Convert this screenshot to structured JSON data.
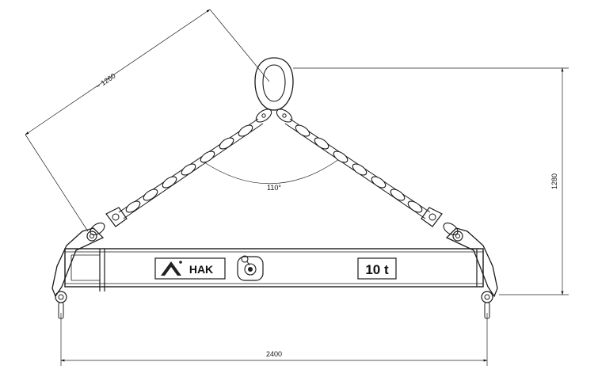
{
  "drawing": {
    "dimensions": {
      "chain_length": "~ 1260",
      "sling_angle": "110°",
      "height": "1280",
      "width": "2400"
    },
    "beam_labels": {
      "brand": "HAK",
      "capacity": "10 t"
    }
  }
}
